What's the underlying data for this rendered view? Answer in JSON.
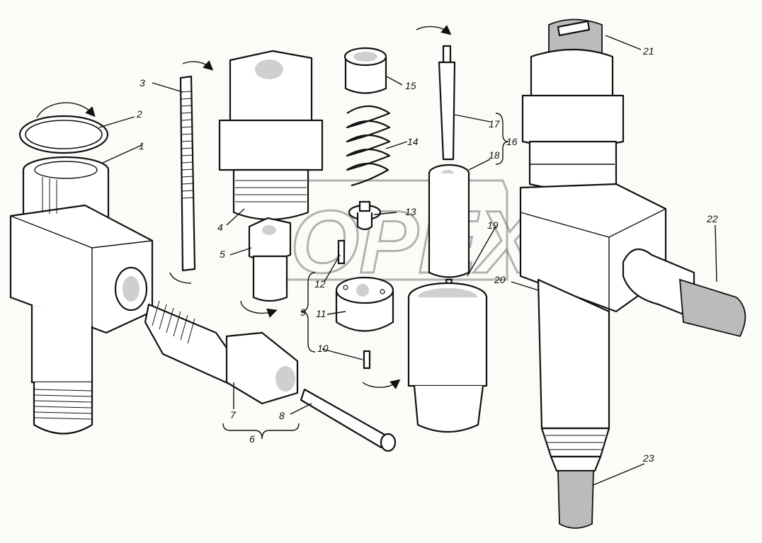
{
  "watermark": "OPEX",
  "callouts": [
    {
      "id": "c1",
      "text": "1"
    },
    {
      "id": "c2",
      "text": "2"
    },
    {
      "id": "c3",
      "text": "3"
    },
    {
      "id": "c4",
      "text": "4"
    },
    {
      "id": "c5",
      "text": "5"
    },
    {
      "id": "c6",
      "text": "6"
    },
    {
      "id": "c7",
      "text": "7"
    },
    {
      "id": "c8",
      "text": "8"
    },
    {
      "id": "c9",
      "text": "9"
    },
    {
      "id": "c10",
      "text": "10"
    },
    {
      "id": "c11",
      "text": "11"
    },
    {
      "id": "c12",
      "text": "12"
    },
    {
      "id": "c13",
      "text": "13"
    },
    {
      "id": "c14",
      "text": "14"
    },
    {
      "id": "c15",
      "text": "15"
    },
    {
      "id": "c16",
      "text": "16"
    },
    {
      "id": "c17",
      "text": "17"
    },
    {
      "id": "c18",
      "text": "18"
    },
    {
      "id": "c19",
      "text": "19"
    },
    {
      "id": "c20",
      "text": "20"
    },
    {
      "id": "c21",
      "text": "21"
    },
    {
      "id": "c22",
      "text": "22"
    },
    {
      "id": "c23",
      "text": "23"
    }
  ]
}
